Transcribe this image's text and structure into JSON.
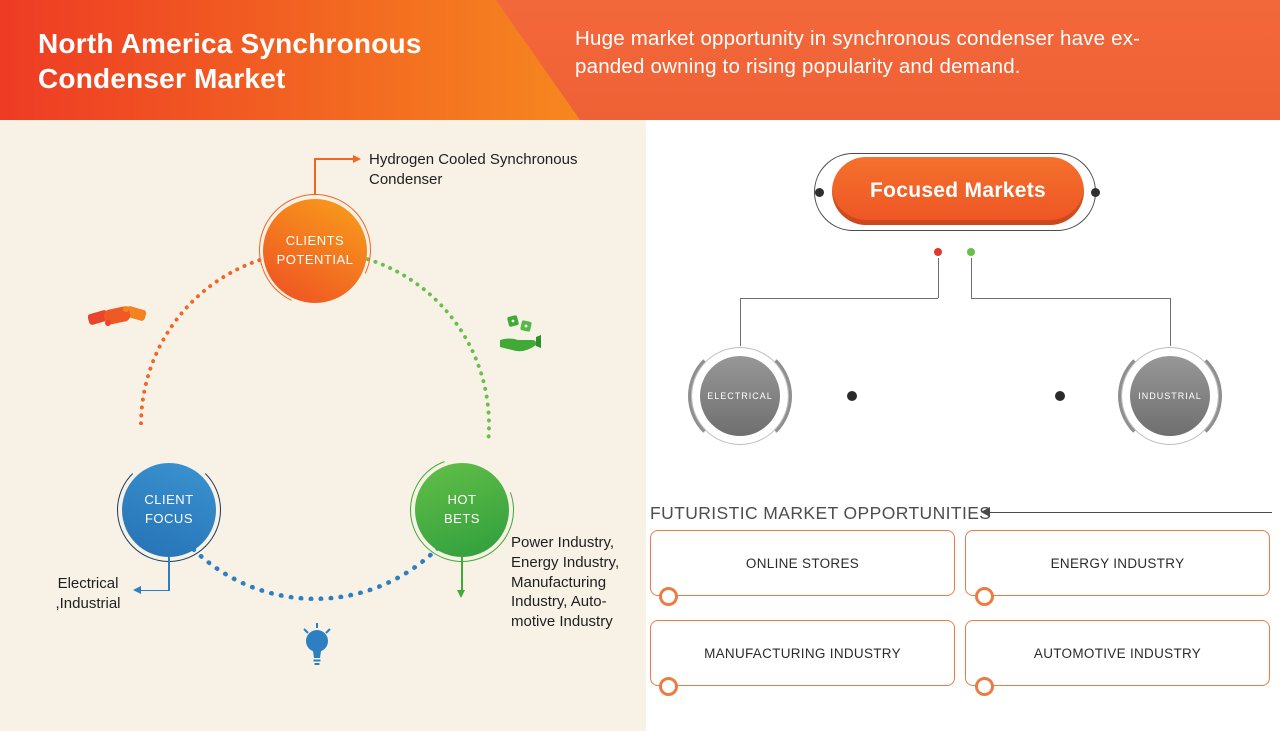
{
  "theme": {
    "orange": "#f26522",
    "red": "#ee3b24",
    "blue": "#2e7fc2",
    "green": "#3faa35",
    "green_dotted": "#6abf4b",
    "gray_node": "#8f8f8f",
    "box_border": "#ec7b44",
    "red_status_dot": "#e0392c",
    "green_status_dot": "#6abf4b",
    "cream_background": "#f7f1e6"
  },
  "header": {
    "title": "North America Synchronous\nCondenser Market",
    "subtitle": "Huge market opportunity in synchronous condenser  have ex-\npanded owning to rising popularity and demand."
  },
  "clients_potential": {
    "label": "CLIENTS\nPOTENTIAL",
    "callout": "Hydrogen Cooled Synchronous\nCondenser"
  },
  "client_focus": {
    "label": "CLIENT\nFOCUS",
    "callout": "Electrical\n,Industrial"
  },
  "hot_bets": {
    "label": "HOT\nBETS",
    "callout": "Power Industry,\nEnergy Industry,\nManufacturing\nIndustry, Auto-\nmotive Industry"
  },
  "icons": {
    "handshake": "handshake-icon",
    "money_hand": "money-in-hand-icon",
    "light_bulb": "light-bulb-icon"
  },
  "focused_markets": {
    "label": "Focused Markets",
    "nodes": [
      "ELECTRICAL",
      "INDUSTRIAL"
    ]
  },
  "futuristic": {
    "heading": "FUTURISTIC MARKET OPPORTUNITIES",
    "boxes": [
      "ONLINE STORES",
      "ENERGY INDUSTRY",
      "MANUFACTURING INDUSTRY",
      "AUTOMOTIVE INDUSTRY"
    ]
  }
}
